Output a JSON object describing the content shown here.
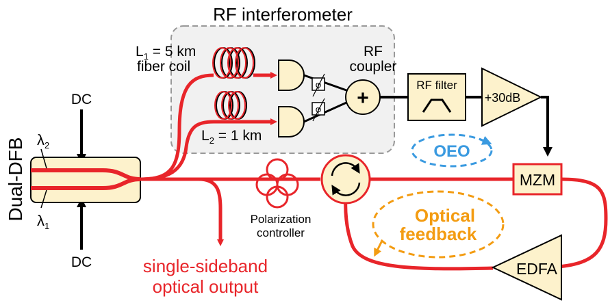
{
  "diagram": {
    "title": "RF interferometer",
    "laser_label": "Dual-DFB",
    "lambda1": "λ",
    "lambda1_sub": "1",
    "lambda2": "λ",
    "lambda2_sub": "2",
    "dc_top": "DC",
    "dc_bottom": "DC",
    "coil1_label_line1_prefix": "L",
    "coil1_label_line1_sub": "1",
    "coil1_label_line1_suffix": " = 5 km",
    "coil1_label_line2": "fiber coil",
    "coil2_label_prefix": "L",
    "coil2_label_sub": "2",
    "coil2_label_suffix": " = 1 km",
    "phase_symbol": "φ",
    "rf_coupler_line1": "RF",
    "rf_coupler_line2": "coupler",
    "coupler_symbol": "+",
    "rf_filter": "RF filter",
    "amplifier": "+30dB",
    "oeo": "OEO",
    "mzm": "MZM",
    "polarization_line1": "Polarization",
    "polarization_line2": "controller",
    "optical_feedback_line1": "Optical",
    "optical_feedback_line2": "feedback",
    "edfa": "EDFA",
    "output_line1": "single-sideband",
    "output_line2": "optical output",
    "colors": {
      "optical_path": "#e8252a",
      "rf_path": "#000000",
      "component_fill": "#fdf2cc",
      "interferometer_box": "#f1f1f1",
      "oeo_blue": "#3a9ae0",
      "feedback_orange": "#f39c12"
    }
  }
}
